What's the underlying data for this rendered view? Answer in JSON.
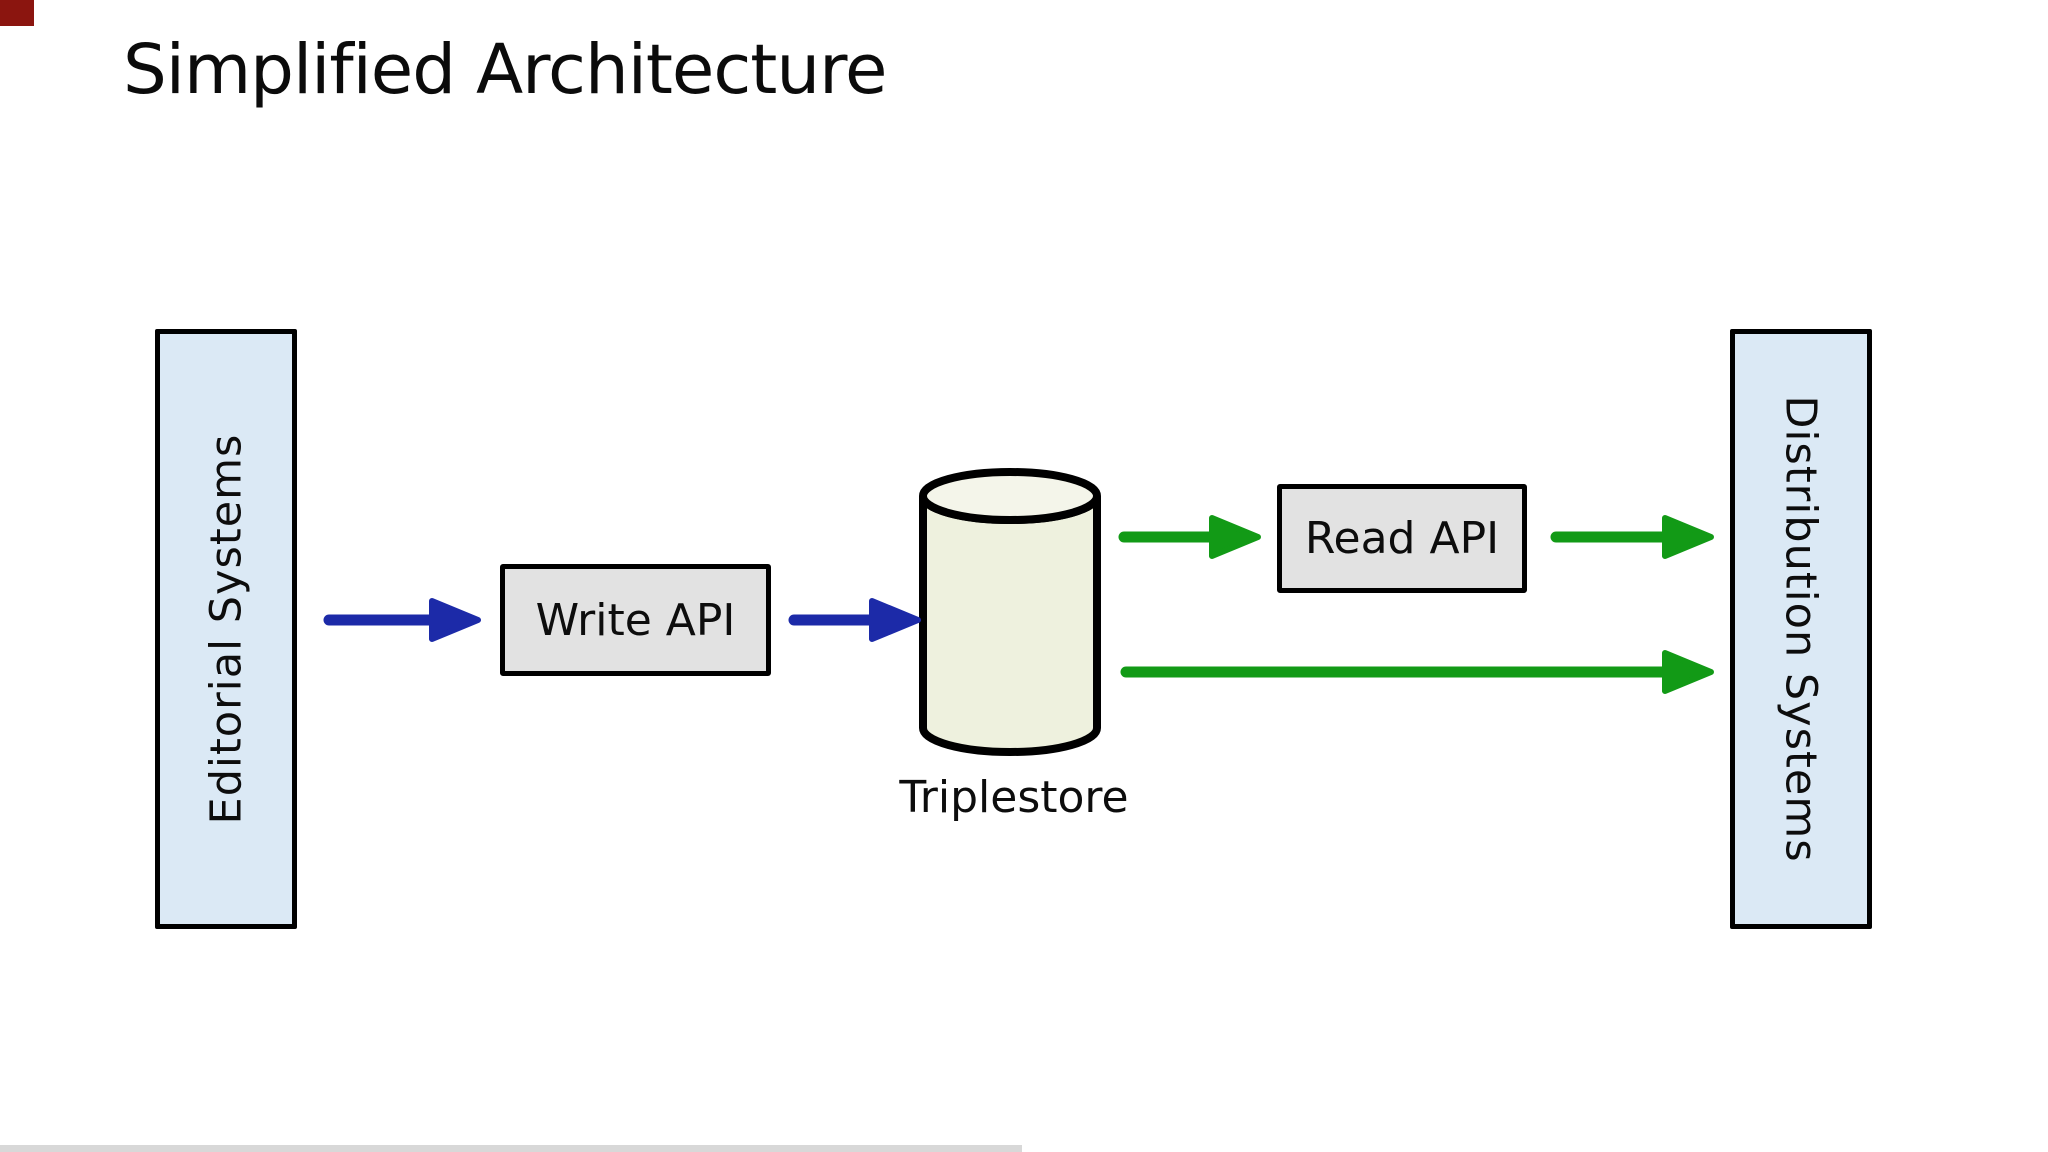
{
  "title": "Simplified Architecture",
  "colors": {
    "blue_arrow": "#1c2aa8",
    "green_arrow": "#129a16",
    "system_box_fill": "#dbe9f5",
    "api_box_fill": "#e2e2e2",
    "cylinder_fill": "#eef1de",
    "cylinder_top_fill": "#f4f5ea",
    "outline": "#000000",
    "corner_mark": "#8b150f"
  },
  "diagram": {
    "nodes": [
      {
        "id": "editorial",
        "label": "Editorial Systems",
        "type": "system"
      },
      {
        "id": "write_api",
        "label": "Write API",
        "type": "api"
      },
      {
        "id": "triplestore",
        "label": "Triplestore",
        "type": "datastore"
      },
      {
        "id": "read_api",
        "label": "Read API",
        "type": "api"
      },
      {
        "id": "distribution",
        "label": "Distribution Systems",
        "type": "system"
      }
    ],
    "edges": [
      {
        "from": "editorial",
        "to": "write_api",
        "color": "blue"
      },
      {
        "from": "write_api",
        "to": "triplestore",
        "color": "blue"
      },
      {
        "from": "triplestore",
        "to": "read_api",
        "color": "green"
      },
      {
        "from": "read_api",
        "to": "distribution",
        "color": "green"
      },
      {
        "from": "triplestore",
        "to": "distribution",
        "color": "green"
      }
    ]
  }
}
